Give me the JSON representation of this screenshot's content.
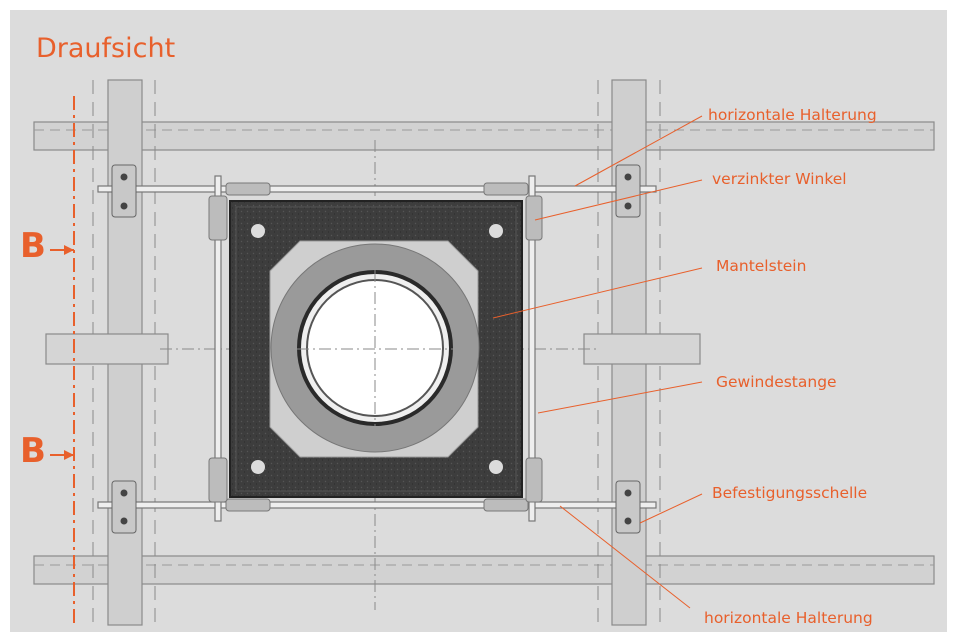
{
  "diagram": {
    "title": "Draufsicht",
    "section_marker": "B",
    "labels": [
      "horizontale Halterung",
      "verzinkter Winkel",
      "Mantelstein",
      "Gewindestange",
      "Befestigungsschelle",
      "horizontale Halterung"
    ]
  },
  "colors": {
    "accent": "#e8602c",
    "background": "#dcdcdc",
    "block": "#3a3a3a",
    "ring": "#9a9a9a"
  }
}
